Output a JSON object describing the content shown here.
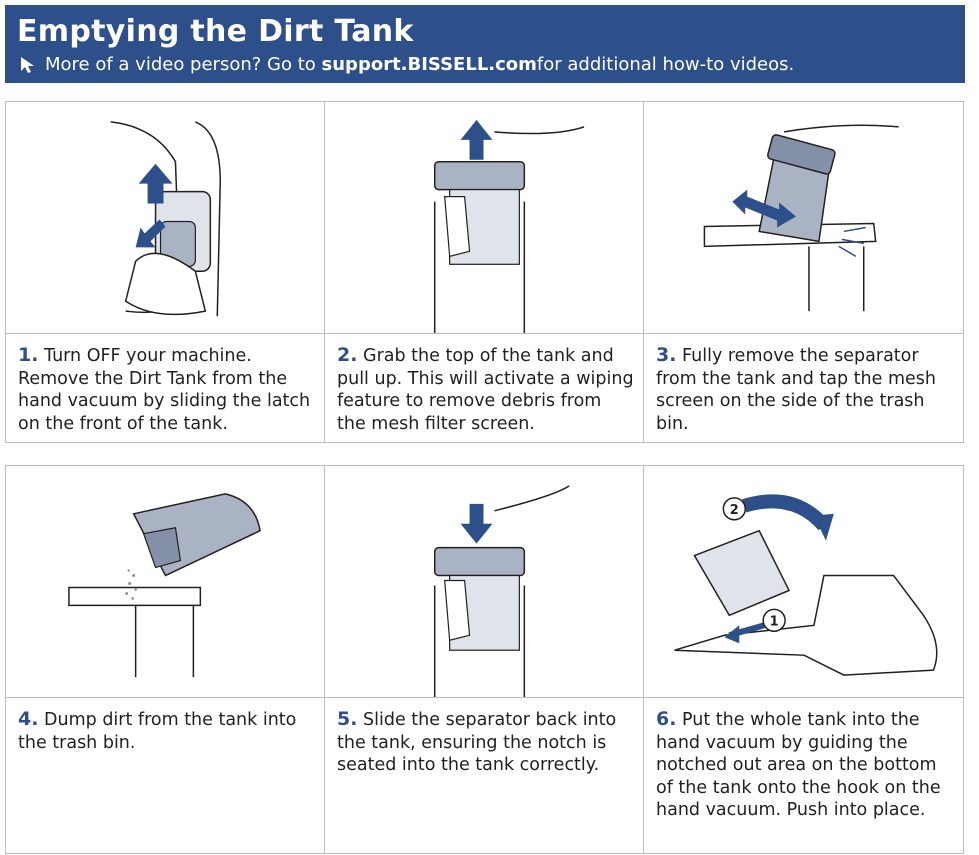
{
  "header": {
    "title": "Emptying the Dirt Tank",
    "subtitle_prefix": "More of a video person? Go to ",
    "subtitle_link": "support.BISSELL.com",
    "subtitle_suffix": " for additional how-to videos."
  },
  "steps": [
    {
      "num": "1.",
      "text": "Turn OFF your machine. Remove the Dirt Tank from the hand vacuum by sliding the latch on the front of the tank."
    },
    {
      "num": "2.",
      "text": "Grab the top of the tank and pull up. This will activate a wiping feature to remove debris from the mesh filter screen."
    },
    {
      "num": "3.",
      "text": "Fully remove the separator from the tank and tap the mesh screen on the side of the trash bin."
    },
    {
      "num": "4.",
      "text": "Dump dirt from the tank into the trash bin."
    },
    {
      "num": "5.",
      "text": "Slide the separator back into the tank, ensuring the notch is seated into the tank correctly."
    },
    {
      "num": "6.",
      "text": "Put the whole tank into the hand vacuum by guiding the notched out area on the bottom of the tank onto the hook on the hand vacuum. Push into place."
    }
  ],
  "callouts": {
    "one": "1",
    "two": "2"
  },
  "colors": {
    "brand_blue": "#2d4f8a",
    "tank_gray": "#aab3c4"
  }
}
